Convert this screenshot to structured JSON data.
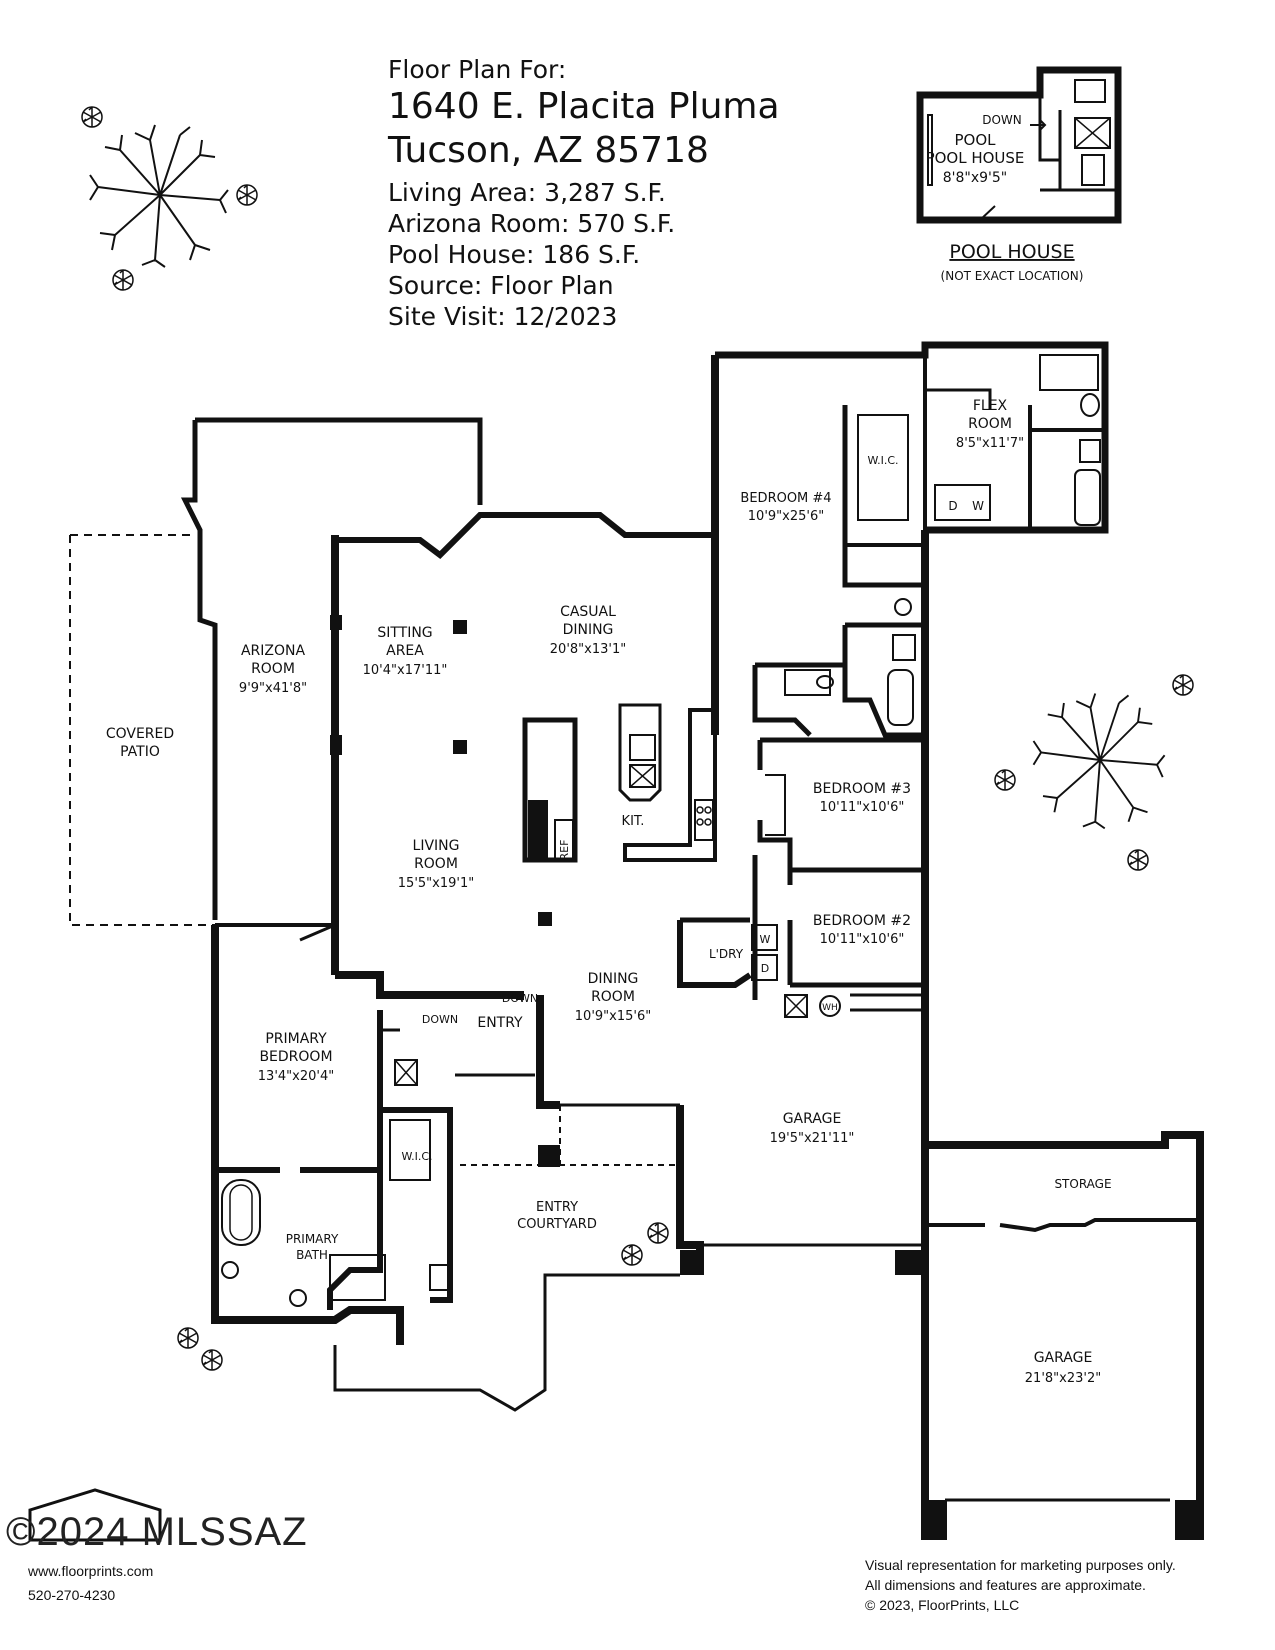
{
  "header": {
    "line1": "Floor Plan For:",
    "address1": "1640 E. Placita Pluma",
    "address2": "Tucson, AZ  85718",
    "living_area": "Living Area:  3,287 S.F.",
    "arizona_room": "Arizona Room:  570 S.F.",
    "pool_house": "Pool House:  186 S.F.",
    "source": "Source:  Floor Plan",
    "site_visit": "Site Visit:  12/2023"
  },
  "inset": {
    "title": "POOL HOUSE",
    "note": "(NOT EXACT LOCATION)",
    "room_name": "POOL HOUSE",
    "room_pre": "POOL",
    "room_dims": "8'8\"x9'5\"",
    "down": "DOWN"
  },
  "rooms": {
    "covered_patio_1": "COVERED",
    "covered_patio_2": "PATIO",
    "arizona_1": "ARIZONA",
    "arizona_2": "ROOM",
    "arizona_dims": "9'9\"x41'8\"",
    "sitting_1": "SITTING",
    "sitting_2": "AREA",
    "sitting_dims": "10'4\"x17'11\"",
    "casual_1": "CASUAL",
    "casual_2": "DINING",
    "casual_dims": "20'8\"x13'1\"",
    "living_1": "LIVING",
    "living_2": "ROOM",
    "living_dims": "15'5\"x19'1\"",
    "kit": "KIT.",
    "ref": "REF",
    "bed4": "BEDROOM #4",
    "bed4_dims": "10'9\"x25'6\"",
    "wic": "W.I.C.",
    "flex_1": "FLEX",
    "flex_2": "ROOM",
    "flex_dims": "8'5\"x11'7\"",
    "d": "D",
    "w": "W",
    "bed3": "BEDROOM #3",
    "bed3_dims": "10'11\"x10'6\"",
    "bed2": "BEDROOM #2",
    "bed2_dims": "10'11\"x10'6\"",
    "ldry": "L'DRY",
    "wh": "WH",
    "dining_1": "DINING",
    "dining_2": "ROOM",
    "dining_dims": "10'9\"x15'6\"",
    "entry": "ENTRY",
    "down": "DOWN",
    "primary_bed_1": "PRIMARY",
    "primary_bed_2": "BEDROOM",
    "primary_bed_dims": "13'4\"x20'4\"",
    "primary_bath_1": "PRIMARY",
    "primary_bath_2": "BATH",
    "courtyard_1": "ENTRY",
    "courtyard_2": "COURTYARD",
    "garage1": "GARAGE",
    "garage1_dims": "19'5\"x21'11\"",
    "storage": "STORAGE",
    "garage2": "GARAGE",
    "garage2_dims": "21'8\"x23'2\""
  },
  "footer": {
    "disclaimer1": "Visual representation for marketing purposes only.",
    "disclaimer2": "All dimensions and features are approximate.",
    "copyright": "© 2023, FloorPrints, LLC",
    "website": "www.floorprints.com",
    "phone": "520-270-4230",
    "watermark": "©2024 MLSSAZ"
  },
  "colors": {
    "ink": "#111111"
  }
}
